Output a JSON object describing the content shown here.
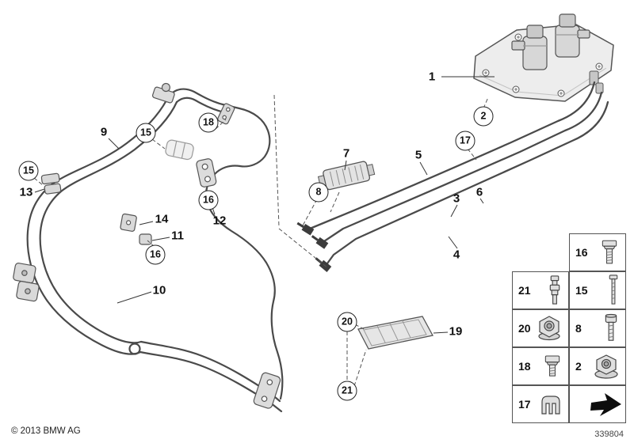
{
  "meta": {
    "copyright": "© 2013 BMW AG",
    "diagram_number": "339804"
  },
  "colors": {
    "background": "#ffffff",
    "line": "#4a4a4a",
    "part_fill": "#e6e6e6"
  },
  "callouts": [
    {
      "label": "1",
      "circled": false
    },
    {
      "label": "2",
      "circled": true
    },
    {
      "label": "9",
      "circled": false
    },
    {
      "label": "15",
      "circled": true
    },
    {
      "label": "18",
      "circled": true
    },
    {
      "label": "15",
      "circled": true
    },
    {
      "label": "13",
      "circled": false
    },
    {
      "label": "16",
      "circled": true
    },
    {
      "label": "12",
      "circled": false
    },
    {
      "label": "14",
      "circled": false
    },
    {
      "label": "11",
      "circled": false
    },
    {
      "label": "16",
      "circled": true
    },
    {
      "label": "10",
      "circled": false
    },
    {
      "label": "7",
      "circled": false
    },
    {
      "label": "8",
      "circled": true
    },
    {
      "label": "5",
      "circled": false
    },
    {
      "label": "17",
      "circled": true
    },
    {
      "label": "3",
      "circled": false
    },
    {
      "label": "6",
      "circled": false
    },
    {
      "label": "4",
      "circled": false
    },
    {
      "label": "19",
      "circled": false
    },
    {
      "label": "20",
      "circled": true
    },
    {
      "label": "21",
      "circled": true
    }
  ],
  "legend": {
    "cells": [
      {
        "label": "16",
        "icon": "hex-bolt"
      },
      {
        "label": "21",
        "icon": "bleeder-screw"
      },
      {
        "label": "15",
        "icon": "long-screw"
      },
      {
        "label": "20",
        "icon": "flange-nut"
      },
      {
        "label": "8",
        "icon": "socket-bolt"
      },
      {
        "label": "18",
        "icon": "hex-bolt-short"
      },
      {
        "label": "2",
        "icon": "flange-nut"
      },
      {
        "label": "17",
        "icon": "pipe-clip"
      },
      {
        "label": "",
        "icon": "direction-arrow"
      }
    ]
  }
}
